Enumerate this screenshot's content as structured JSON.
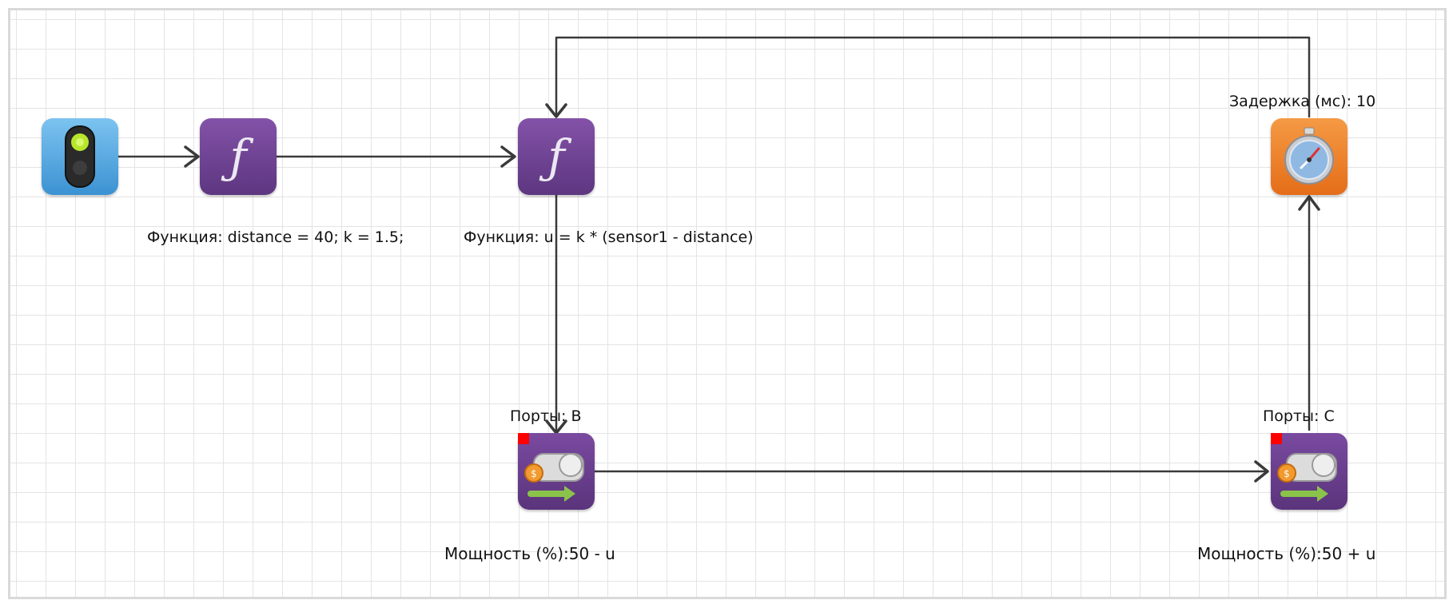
{
  "blocks": {
    "start": {
      "icon": "traffic-light-icon",
      "color": "#4aa3df"
    },
    "func1": {
      "icon": "function-icon",
      "color": "#6b3f8c",
      "label": "Функция:   distance = 40; k = 1.5;"
    },
    "func2": {
      "icon": "function-icon",
      "color": "#6b3f8c",
      "label": "Функция:   u = k * (sensor1 - distance)"
    },
    "motor_b": {
      "icon": "motor-icon",
      "color": "#6b3f8c",
      "ports_label": "Порты: B",
      "power_label": "Мощность (%):50 - u"
    },
    "motor_c": {
      "icon": "motor-icon",
      "color": "#6b3f8c",
      "ports_label": "Порты: C",
      "power_label": "Мощность (%):50 + u"
    },
    "delay": {
      "icon": "stopwatch-icon",
      "color": "#f07d23",
      "label": "Задержка (мс): 10"
    }
  },
  "wire_color": "#3a3a3a"
}
